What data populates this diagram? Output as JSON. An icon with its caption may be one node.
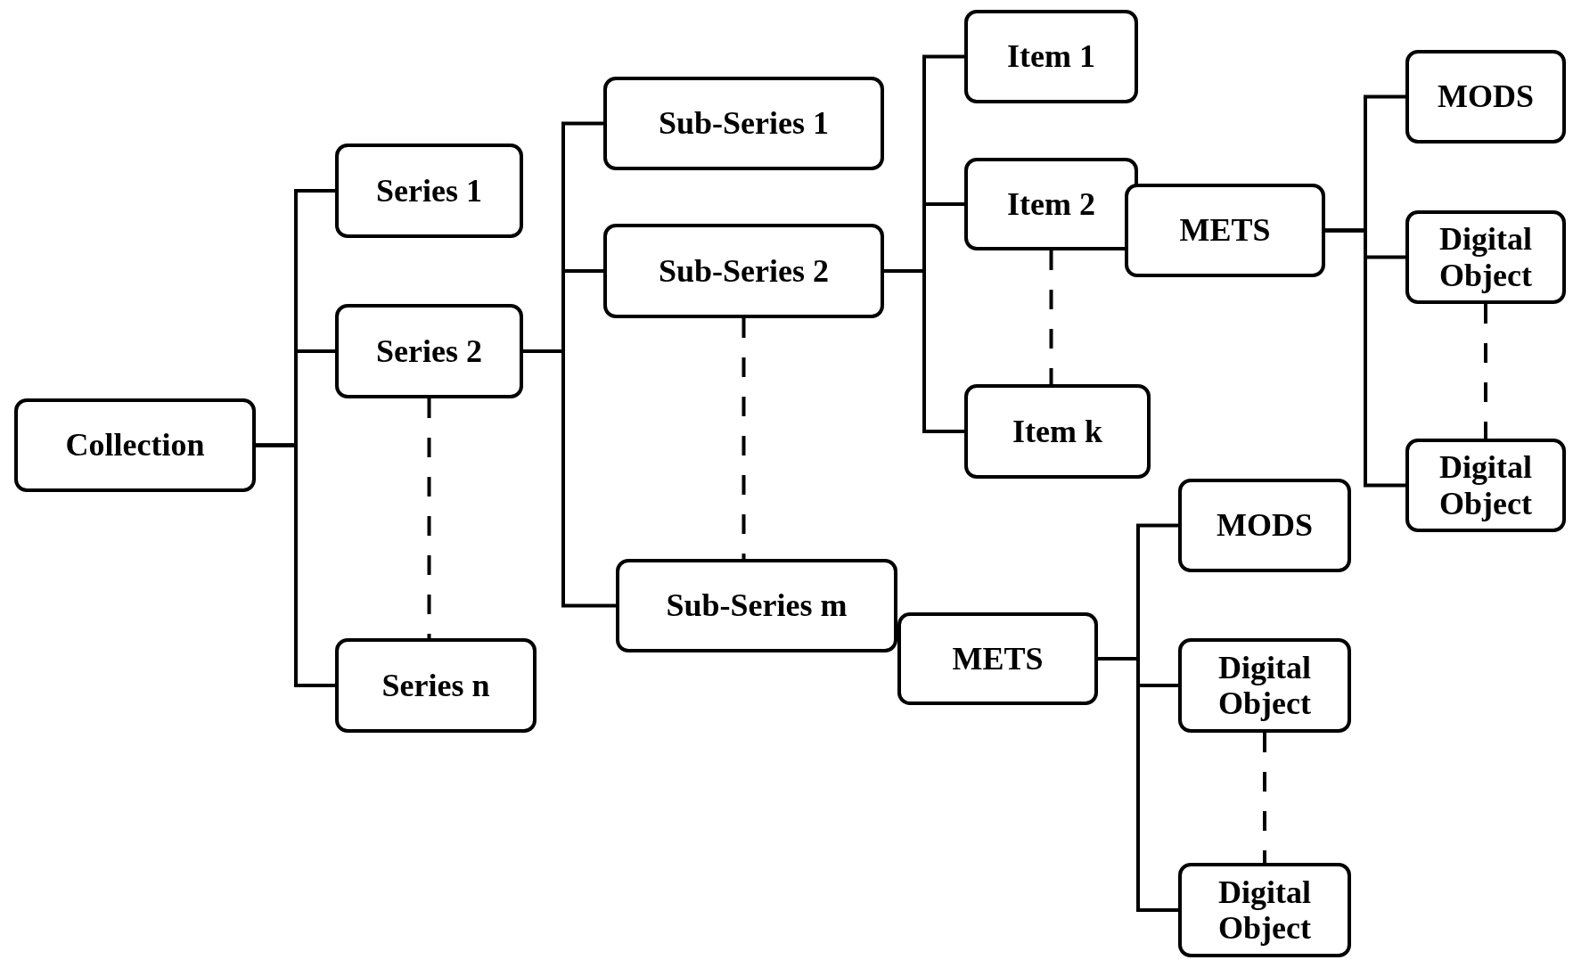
{
  "diagram": {
    "nodes": [
      {
        "text": [
          "Collection"
        ]
      },
      {
        "text": [
          "Series 1"
        ]
      },
      {
        "text": [
          "Series 2"
        ]
      },
      {
        "text": [
          "Series n"
        ]
      },
      {
        "text": [
          "Sub-Series 1"
        ]
      },
      {
        "text": [
          "Sub-Series 2"
        ]
      },
      {
        "text": [
          "Sub-Series m"
        ]
      },
      {
        "text": [
          "Item 1"
        ]
      },
      {
        "text": [
          "Item 2"
        ]
      },
      {
        "text": [
          "Item k"
        ]
      },
      {
        "text": [
          "METS"
        ]
      },
      {
        "text": [
          "MODS"
        ]
      },
      {
        "text": [
          "Digital Object"
        ]
      },
      {
        "text": [
          "Digital Object"
        ]
      },
      {
        "text": [
          "METS"
        ]
      },
      {
        "text": [
          "MODS"
        ]
      },
      {
        "text": [
          "Digital Object"
        ]
      },
      {
        "text": [
          "Digital Object"
        ]
      }
    ],
    "edges": [
      {
        "from": 0,
        "to": 1,
        "arrow": "none"
      },
      {
        "from": 0,
        "to": 2,
        "arrow": "none"
      },
      {
        "from": 0,
        "to": 3,
        "arrow": "none"
      },
      {
        "from": 2,
        "to": 3,
        "arrow": "none",
        "style": "dashed"
      },
      {
        "from": 2,
        "to": 4,
        "arrow": "none"
      },
      {
        "from": 2,
        "to": 5,
        "arrow": "none"
      },
      {
        "from": 2,
        "to": 6,
        "arrow": "none"
      },
      {
        "from": 5,
        "to": 6,
        "arrow": "none",
        "style": "dashed"
      },
      {
        "from": 5,
        "to": 7,
        "arrow": "none"
      },
      {
        "from": 5,
        "to": 8,
        "arrow": "none"
      },
      {
        "from": 5,
        "to": 9,
        "arrow": "none"
      },
      {
        "from": 8,
        "to": 9,
        "arrow": "none",
        "style": "dashed"
      },
      {
        "from": 10,
        "to": 11,
        "arrow": "none"
      },
      {
        "from": 10,
        "to": 12,
        "arrow": "none"
      },
      {
        "from": 10,
        "to": 13,
        "arrow": "none"
      },
      {
        "from": 12,
        "to": 13,
        "arrow": "none",
        "style": "dashed"
      },
      {
        "from": 14,
        "to": 15,
        "arrow": "none"
      },
      {
        "from": 14,
        "to": 16,
        "arrow": "none"
      },
      {
        "from": 14,
        "to": 17,
        "arrow": "none"
      },
      {
        "from": 16,
        "to": 17,
        "arrow": "none",
        "style": "dashed"
      }
    ]
  }
}
